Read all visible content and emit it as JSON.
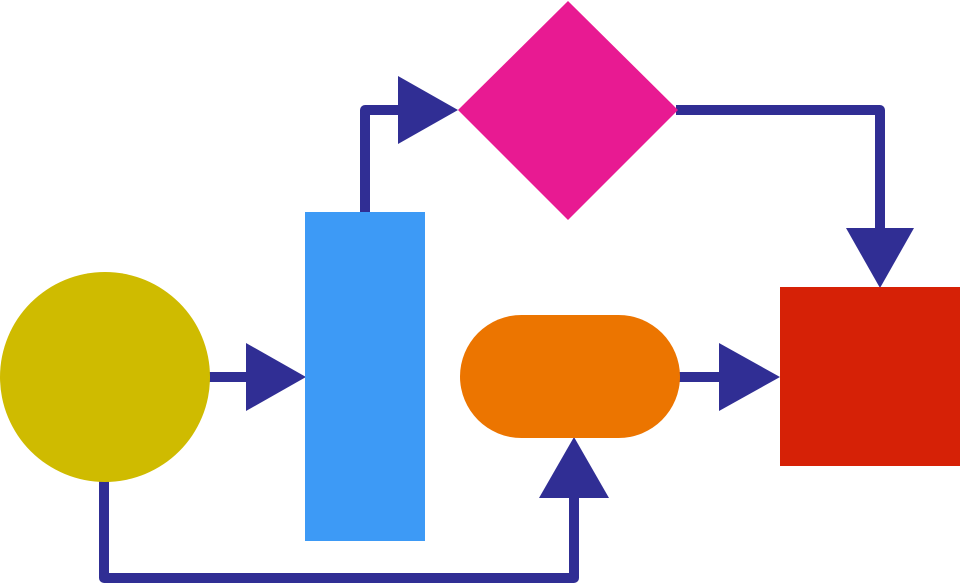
{
  "diagram": {
    "type": "flowchart",
    "nodes": [
      {
        "id": "start",
        "shape": "circle",
        "color": "#cfbb00"
      },
      {
        "id": "process",
        "shape": "tall-rectangle",
        "color": "#3d9af6"
      },
      {
        "id": "decision",
        "shape": "diamond",
        "color": "#e81a92"
      },
      {
        "id": "terminal",
        "shape": "rounded-pill",
        "color": "#ec7500"
      },
      {
        "id": "end",
        "shape": "square",
        "color": "#d62106"
      }
    ],
    "edges": [
      {
        "from": "start",
        "to": "process"
      },
      {
        "from": "start",
        "to": "terminal"
      },
      {
        "from": "process",
        "to": "decision"
      },
      {
        "from": "decision",
        "to": "end"
      },
      {
        "from": "terminal",
        "to": "end"
      }
    ],
    "connector_color": "#302e94"
  }
}
